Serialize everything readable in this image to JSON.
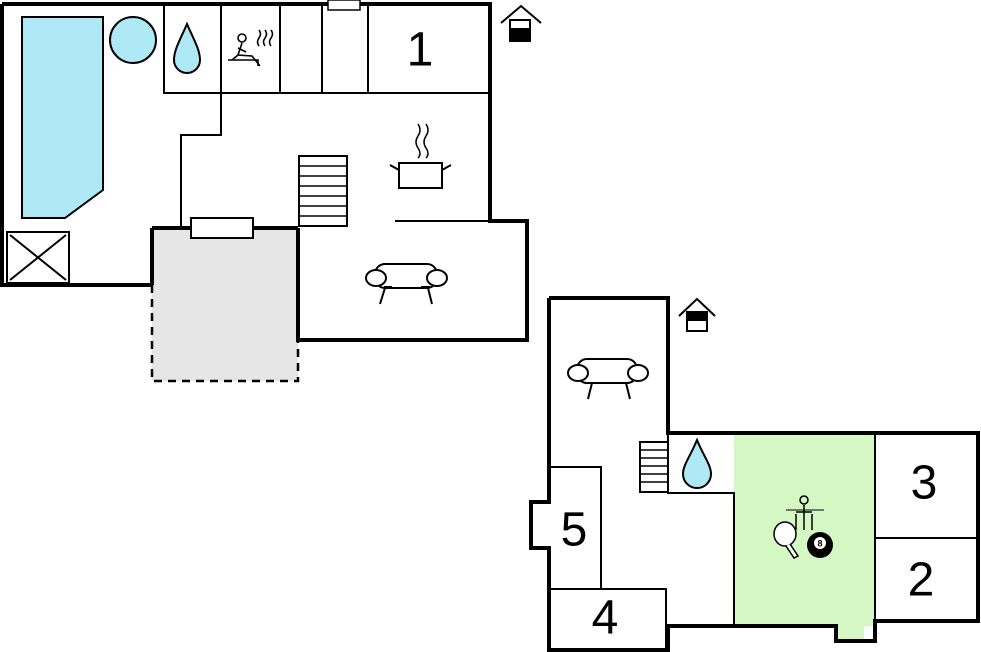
{
  "colors": {
    "wall": "#000000",
    "pool_water": "#aee9f5",
    "highlight_room": "#d5f7c4",
    "terrace": "#e6e6e6",
    "background": "#ffffff"
  },
  "rooms": {
    "room_1": "1",
    "room_2": "2",
    "room_3": "3",
    "room_4": "4",
    "room_5": "5"
  },
  "icons": {
    "upper_entrance": "house-entrance-icon",
    "lower_entrance": "house-entrance-icon",
    "pool": "swimming-pool-icon",
    "whirlpool": "whirlpool-icon",
    "shower_top": "water-drop-icon",
    "shower_bottom": "water-drop-icon",
    "sauna": "sauna-icon",
    "kitchen": "cooking-pot-icon",
    "sofa_top": "sofa-icon",
    "sofa_bottom": "sofa-icon",
    "stairs_top": "stairs-icon",
    "stairs_bottom": "stairs-icon",
    "table_tennis": "table-tennis-icon",
    "billiards": "billiard-ball-icon",
    "table_football": "table-football-icon",
    "billiard_ball_number": "8"
  }
}
